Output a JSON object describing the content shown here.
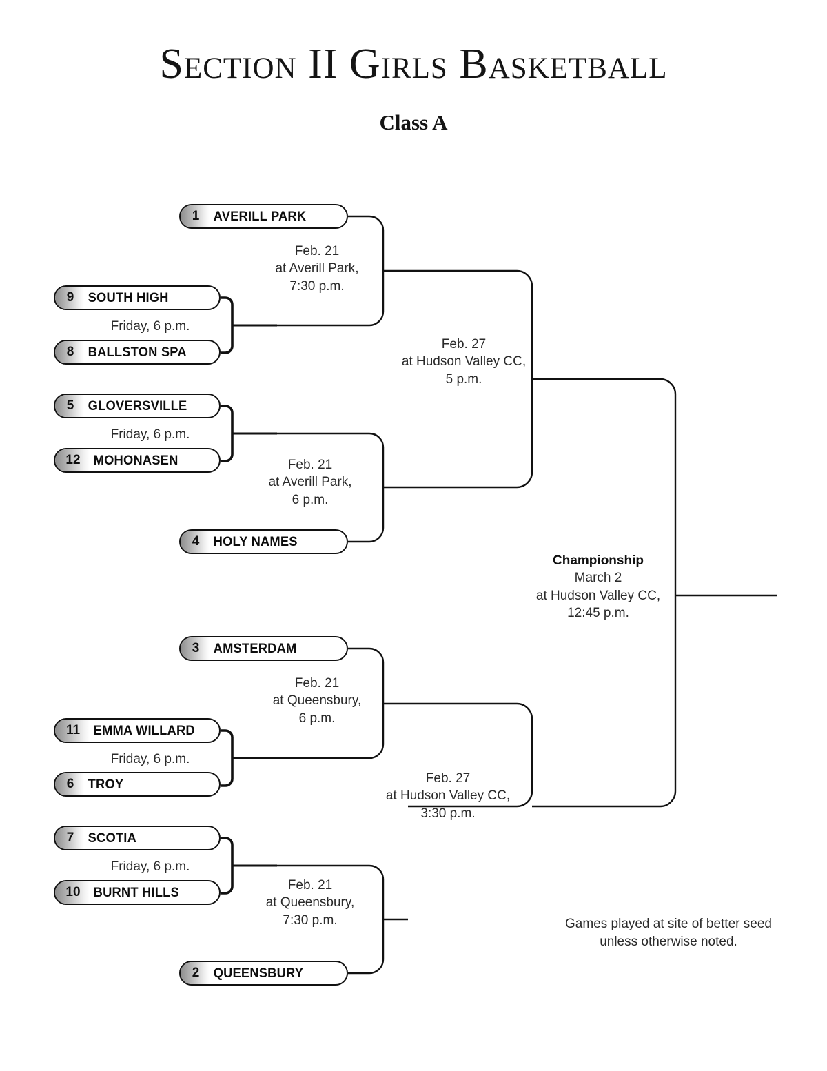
{
  "header": {
    "title": "Section II Girls Basketball",
    "subtitle": "Class A"
  },
  "footnote": {
    "line1": "Games played at site of better",
    "line2": "seed unless otherwise noted."
  },
  "teams": {
    "averill_park": {
      "seed": "1",
      "name": "Averill Park"
    },
    "south_high": {
      "seed": "9",
      "name": "South High"
    },
    "ballston_spa": {
      "seed": "8",
      "name": "Ballston Spa"
    },
    "gloversville": {
      "seed": "5",
      "name": "Gloversville"
    },
    "mohonasen": {
      "seed": "12",
      "name": "Mohonasen"
    },
    "holy_names": {
      "seed": "4",
      "name": "Holy Names"
    },
    "amsterdam": {
      "seed": "3",
      "name": "Amsterdam"
    },
    "emma_willard": {
      "seed": "11",
      "name": "Emma Willard"
    },
    "troy": {
      "seed": "6",
      "name": "Troy"
    },
    "scotia": {
      "seed": "7",
      "name": "Scotia"
    },
    "burnt_hills": {
      "seed": "10",
      "name": "Burnt Hills"
    },
    "queensbury": {
      "seed": "2",
      "name": "Queensbury"
    }
  },
  "games": {
    "playin_9_8": {
      "line1": "Friday, 6 p.m."
    },
    "playin_5_12": {
      "line1": "Friday, 6 p.m."
    },
    "playin_11_6": {
      "line1": "Friday, 6 p.m."
    },
    "playin_7_10": {
      "line1": "Friday, 6 p.m."
    },
    "qf_top": {
      "line1": "Feb. 21",
      "line2": "at Averill Park,",
      "line3": "7:30 p.m."
    },
    "qf_upper_mid": {
      "line1": "Feb. 21",
      "line2": "at Averill Park,",
      "line3": "6 p.m."
    },
    "qf_lower_mid": {
      "line1": "Feb. 21",
      "line2": "at Queensbury,",
      "line3": "6 p.m."
    },
    "qf_bottom": {
      "line1": "Feb. 21",
      "line2": "at Queensbury,",
      "line3": "7:30 p.m."
    },
    "sf_upper": {
      "line1": "Feb. 27",
      "line2": "at Hudson Valley CC,",
      "line3": "5 p.m."
    },
    "sf_lower": {
      "line1": "Feb. 27",
      "line2": "at Hudson Valley CC,",
      "line3": "3:30 p.m."
    },
    "final": {
      "header": "Championship",
      "line1": "March 2",
      "line2": "at Hudson Valley CC,",
      "line3": "12:45 p.m."
    }
  },
  "colors": {
    "ink": "#111111",
    "seed_gradient_start": "#8d8d8d",
    "seed_gradient_end": "#ffffff",
    "background": "#ffffff"
  }
}
